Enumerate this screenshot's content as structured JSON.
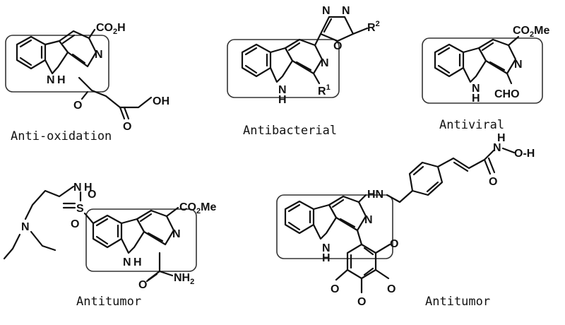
{
  "captions": {
    "m1": "Anti-oxidation",
    "m2": "Antibacterial",
    "m3": "Antiviral",
    "m4": "Antitumor",
    "m5": "Antitumor"
  },
  "labels": {
    "co2h_a": "CO",
    "co2h_b": "2",
    "co2h_c": "H",
    "oh": "OH",
    "nh": "N",
    "h": "H",
    "n": "N",
    "o": "O",
    "r": "R",
    "r1": "1",
    "r2": "2",
    "co2me_a": "CO",
    "co2me_b": "2",
    "co2me_c": "Me",
    "cho": "CHO",
    "nh2_a": "NH",
    "nh2_b": "2",
    "s": "S",
    "hn": "HN"
  }
}
